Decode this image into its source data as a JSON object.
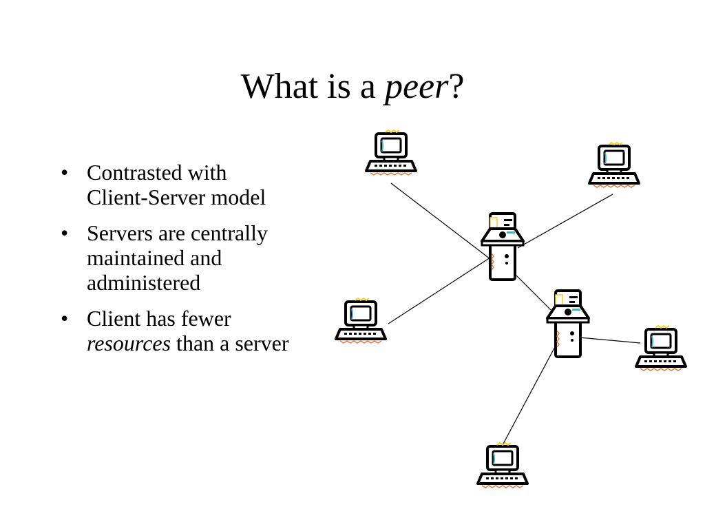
{
  "slide": {
    "title_prefix": "What is a ",
    "title_emphasis": "peer",
    "title_suffix": "?"
  },
  "bullets": [
    {
      "line1": "Contrasted with",
      "line2": "Client-Server model"
    },
    {
      "line1": "Servers are centrally",
      "line2": "maintained and",
      "line3": "administered"
    },
    {
      "line1": "Client has fewer",
      "line2_emphasis": "resources",
      "line2_rest": " than a server"
    }
  ],
  "diagram": {
    "icons": [
      "computer-icon",
      "server-icon"
    ],
    "colors": {
      "line": "#000000",
      "accent_yellow": "#f2d21b",
      "accent_cyan": "#3fb7b7",
      "accent_orange": "#e8743b"
    }
  }
}
